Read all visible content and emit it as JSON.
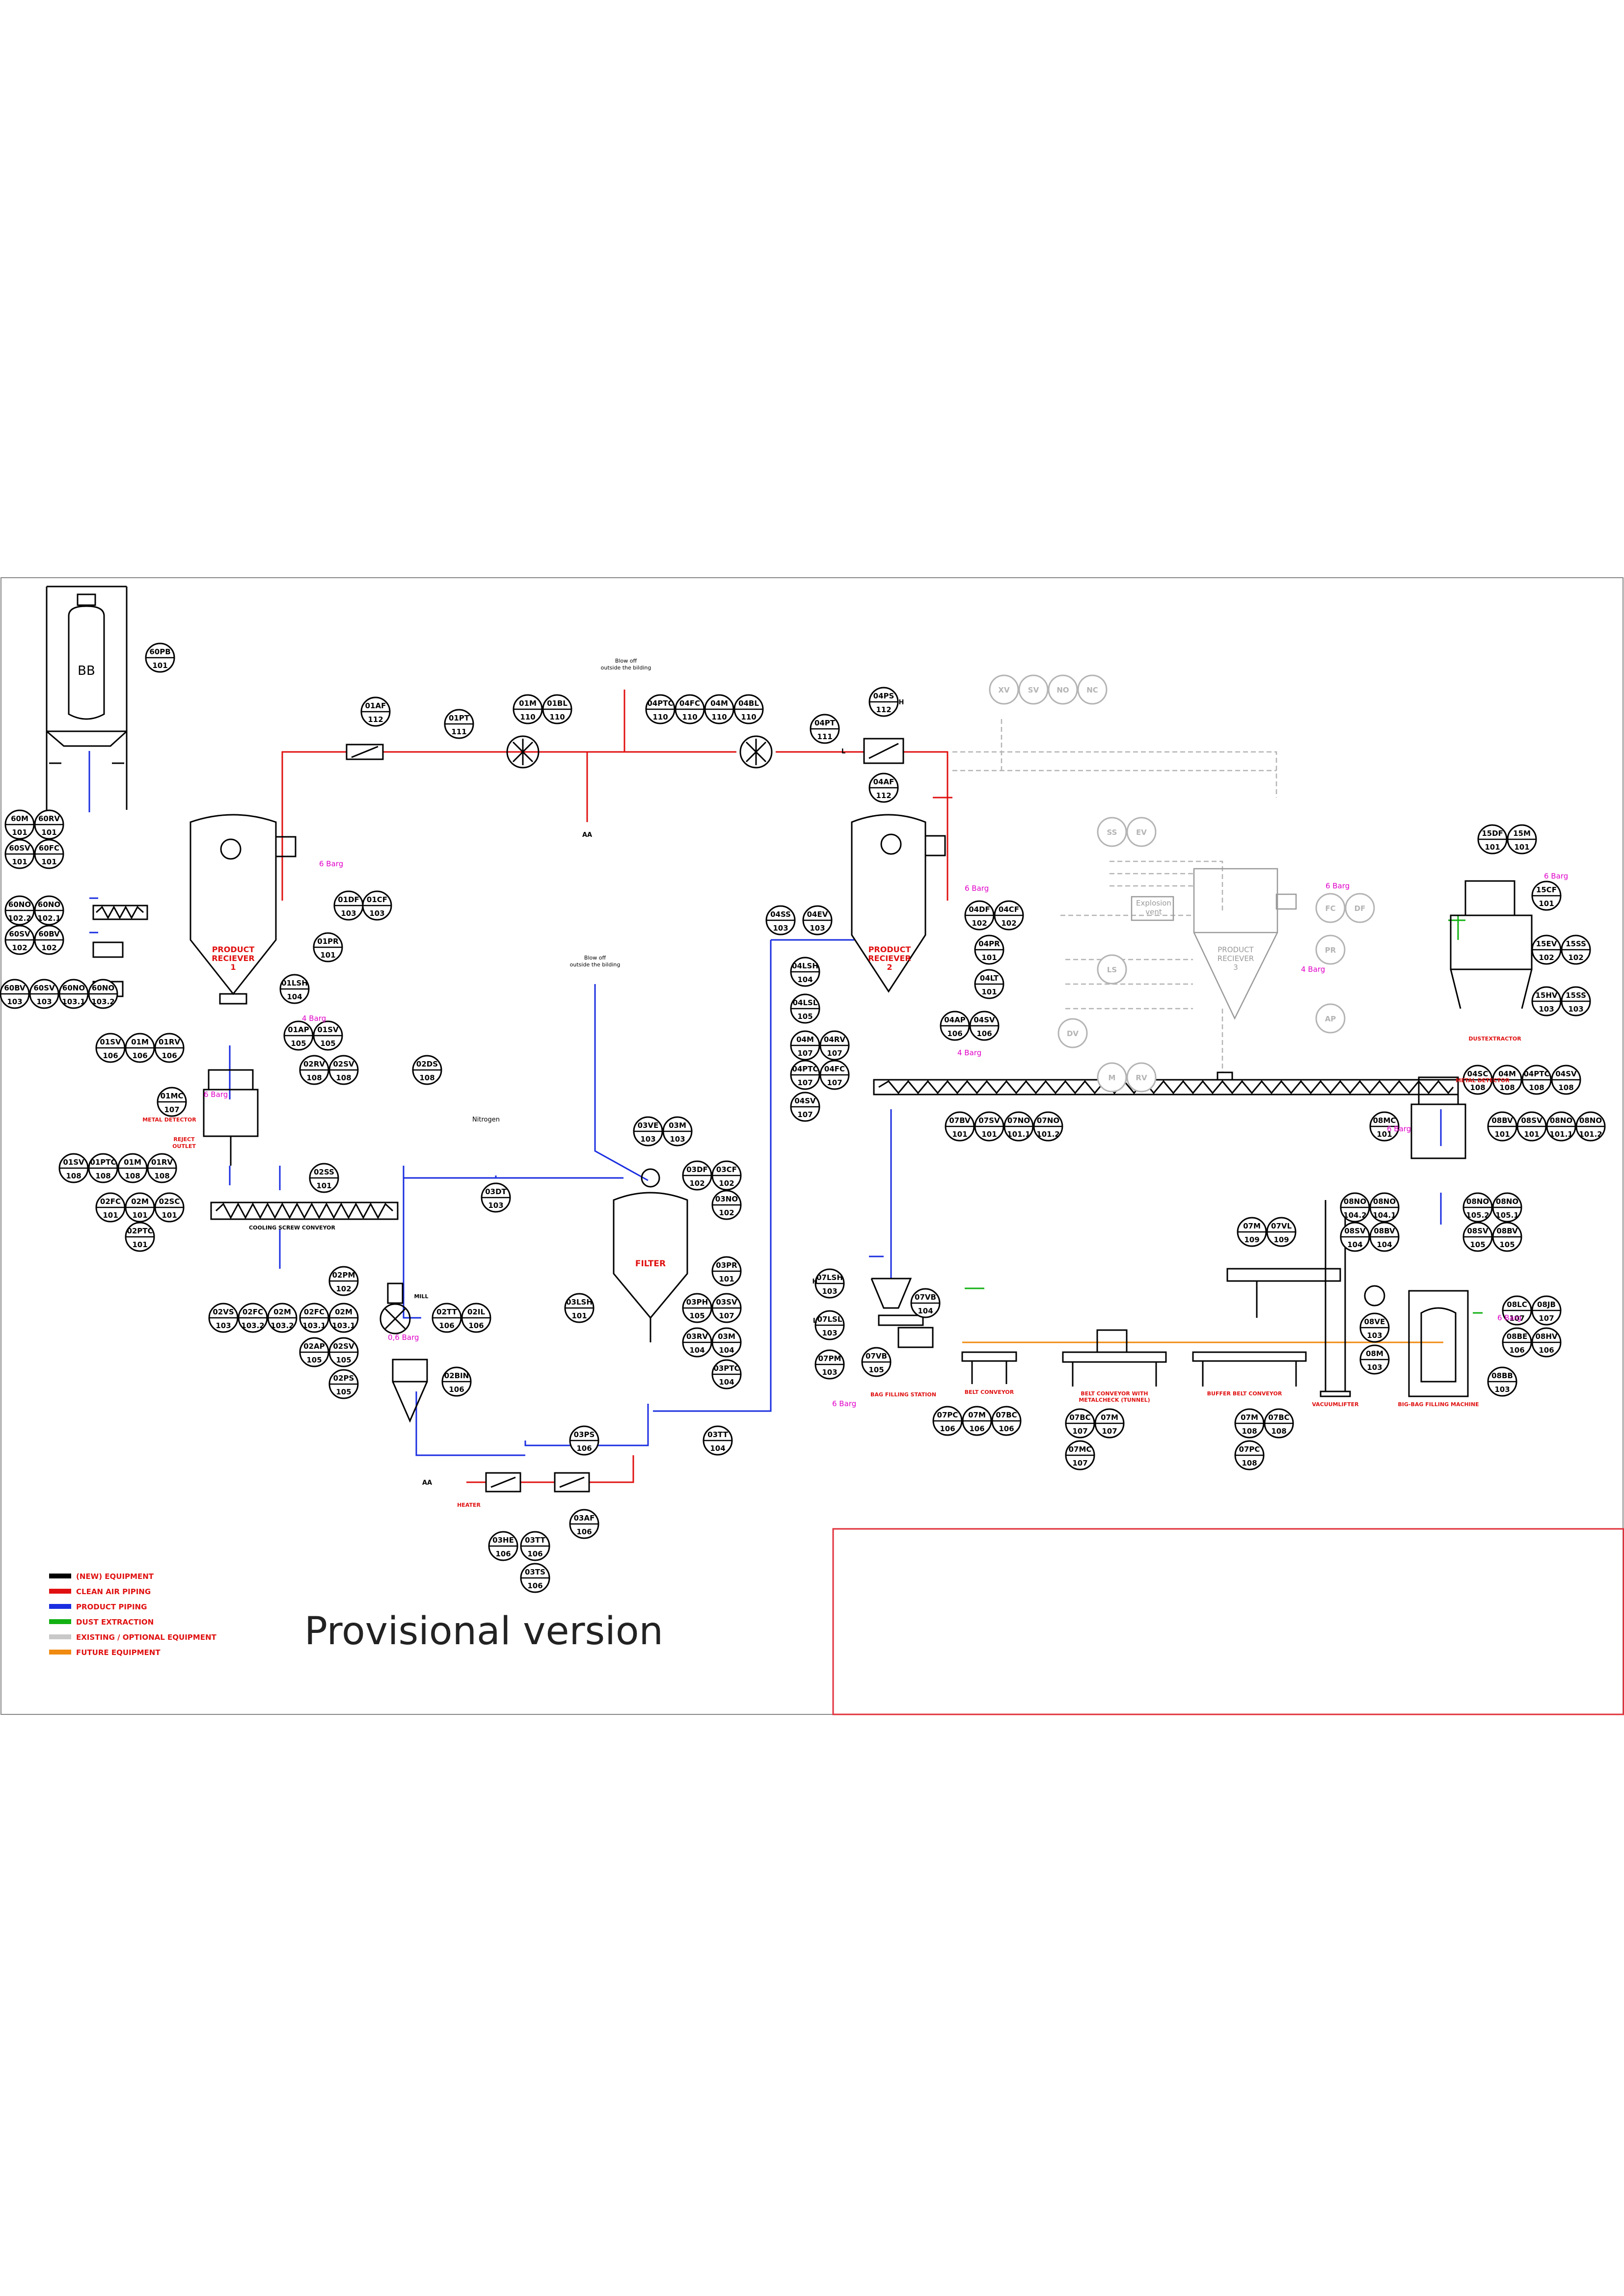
{
  "drawing_note": "Provisional version",
  "legend": [
    {
      "label": "(NEW) EQUIPMENT",
      "color": "#000000"
    },
    {
      "label": "CLEAN AIR PIPING",
      "color": "#e01010"
    },
    {
      "label": "PRODUCT PIPING",
      "color": "#1a2ee0"
    },
    {
      "label": "DUST EXTRACTION",
      "color": "#12b012"
    },
    {
      "label": "EXISTING / OPTIONAL EQUIPMENT",
      "color": "#c8c8c8"
    },
    {
      "label": "FUTURE EQUIPMENT",
      "color": "#f08a10"
    }
  ],
  "colors": {
    "line": "#000000",
    "air": "#e01010",
    "product": "#1a2ee0",
    "dust": "#12b012",
    "existing": "#b4b4b4",
    "future": "#f08a10",
    "annot": "#e000c8",
    "titlebox": "#e0303a"
  },
  "vessels": {
    "r1": [
      "PRODUCT",
      "RECIEVER",
      "1"
    ],
    "r2": [
      "PRODUCT",
      "RECIEVER",
      "2"
    ],
    "r3": [
      "PRODUCT",
      "RECIEVER",
      "3"
    ],
    "filter": "FILTER",
    "bb": "BB",
    "explosion_vent": [
      "Explosion",
      "vent"
    ]
  },
  "labels": {
    "blow_off": [
      "Blow off",
      "outside the bilding"
    ],
    "aa": "AA",
    "nitrogen": "Nitrogen",
    "heater": "HEATER",
    "mill": "MILL",
    "cooling_screw": "COOLING SCREW CONVEYOR",
    "metal_detector": "METAL DETECTOR",
    "reject_outlet": [
      "REJECT",
      "OUTLET"
    ],
    "bag_filling": "BAG FILLING STATION",
    "belt_conveyor": "BELT CONVEYOR",
    "belt_conveyor_md": [
      "BELT CONVEYOR WITH",
      "METALCHECK (TUNNEL)"
    ],
    "buffer_belt": "BUFFER BELT CONVEYOR",
    "vacuumlifter": "VACUUMLIFTER",
    "bigbag_filling": "BIG-BAG FILLING MACHINE",
    "dustextractor": "DUSTEXTRACTOR",
    "barg6": "6 Barg",
    "barg4": "4 Barg",
    "barg06": "0,6 Barg",
    "h": "H",
    "l": "L"
  },
  "instruments": [
    [
      "60PB",
      "101"
    ],
    [
      "60M",
      "101"
    ],
    [
      "60RV",
      "101"
    ],
    [
      "60SV",
      "101"
    ],
    [
      "60FC",
      "101"
    ],
    [
      "60NO",
      "102.2"
    ],
    [
      "60NO",
      "102.1"
    ],
    [
      "60SV",
      "102"
    ],
    [
      "60BV",
      "102"
    ],
    [
      "60BV",
      "103"
    ],
    [
      "60SV",
      "103"
    ],
    [
      "60NO",
      "103.1"
    ],
    [
      "60NO",
      "103.2"
    ],
    [
      "01AF",
      "112"
    ],
    [
      "01PT",
      "111"
    ],
    [
      "01M",
      "110"
    ],
    [
      "01BL",
      "110"
    ],
    [
      "01DF",
      "103"
    ],
    [
      "01CF",
      "103"
    ],
    [
      "01PR",
      "101"
    ],
    [
      "01LSH",
      "104"
    ],
    [
      "01AP",
      "105"
    ],
    [
      "01SV",
      "105"
    ],
    [
      "01SV",
      "106"
    ],
    [
      "01M",
      "106"
    ],
    [
      "01RV",
      "106"
    ],
    [
      "01MC",
      "107"
    ],
    [
      "01SV",
      "108"
    ],
    [
      "01PTC",
      "108"
    ],
    [
      "01M",
      "108"
    ],
    [
      "01RV",
      "108"
    ],
    [
      "02FC",
      "101"
    ],
    [
      "02M",
      "101"
    ],
    [
      "02SC",
      "101"
    ],
    [
      "02PTC",
      "101"
    ],
    [
      "02SS",
      "101"
    ],
    [
      "02RV",
      "108"
    ],
    [
      "02SV",
      "108"
    ],
    [
      "02DS",
      "108"
    ],
    [
      "02PM",
      "102"
    ],
    [
      "02VS",
      "103"
    ],
    [
      "02FC",
      "103.2"
    ],
    [
      "02M",
      "103.2"
    ],
    [
      "02FC",
      "103.1"
    ],
    [
      "02M",
      "103.1"
    ],
    [
      "02AP",
      "105"
    ],
    [
      "02SV",
      "105"
    ],
    [
      "02PS",
      "105"
    ],
    [
      "02TT",
      "106"
    ],
    [
      "02IL",
      "106"
    ],
    [
      "02BIN",
      "106"
    ],
    [
      "03VE",
      "103"
    ],
    [
      "03M",
      "103"
    ],
    [
      "03DT",
      "103"
    ],
    [
      "03DF",
      "102"
    ],
    [
      "03CF",
      "102"
    ],
    [
      "03NO",
      "102"
    ],
    [
      "03PR",
      "101"
    ],
    [
      "03LSH",
      "101"
    ],
    [
      "03PH",
      "105"
    ],
    [
      "03SV",
      "107"
    ],
    [
      "03RV",
      "104"
    ],
    [
      "03M",
      "104"
    ],
    [
      "03PTC",
      "104"
    ],
    [
      "03TT",
      "104"
    ],
    [
      "03PS",
      "106"
    ],
    [
      "03AF",
      "106"
    ],
    [
      "03HE",
      "106"
    ],
    [
      "03TT",
      "106"
    ],
    [
      "03TS",
      "106"
    ],
    [
      "04PTC",
      "110"
    ],
    [
      "04FC",
      "110"
    ],
    [
      "04M",
      "110"
    ],
    [
      "04BL",
      "110"
    ],
    [
      "04PT",
      "111"
    ],
    [
      "04PS",
      "112"
    ],
    [
      "04AF",
      "112"
    ],
    [
      "04SS",
      "103"
    ],
    [
      "04EV",
      "103"
    ],
    [
      "04DF",
      "102"
    ],
    [
      "04CF",
      "102"
    ],
    [
      "04PR",
      "101"
    ],
    [
      "04LT",
      "101"
    ],
    [
      "04LSH",
      "104"
    ],
    [
      "04LSL",
      "105"
    ],
    [
      "04AP",
      "106"
    ],
    [
      "04SV",
      "106"
    ],
    [
      "04M",
      "107"
    ],
    [
      "04RV",
      "107"
    ],
    [
      "04PTC",
      "107"
    ],
    [
      "04FC",
      "107"
    ],
    [
      "04SV",
      "107"
    ],
    [
      "04SC",
      "108"
    ],
    [
      "04M",
      "108"
    ],
    [
      "04PTC",
      "108"
    ],
    [
      "04SV",
      "108"
    ],
    [
      "07BV",
      "101"
    ],
    [
      "07SV",
      "101"
    ],
    [
      "07NO",
      "101.1"
    ],
    [
      "07NO",
      "101.2"
    ],
    [
      "07LSH",
      "103"
    ],
    [
      "07LSL",
      "103"
    ],
    [
      "07VB",
      "104"
    ],
    [
      "07PM",
      "103"
    ],
    [
      "07VB",
      "105"
    ],
    [
      "07PC",
      "106"
    ],
    [
      "07M",
      "106"
    ],
    [
      "07BC",
      "106"
    ],
    [
      "07BC",
      "107"
    ],
    [
      "07M",
      "107"
    ],
    [
      "07MC",
      "107"
    ],
    [
      "07M",
      "108"
    ],
    [
      "07BC",
      "108"
    ],
    [
      "07PC",
      "108"
    ],
    [
      "07M",
      "109"
    ],
    [
      "07VL",
      "109"
    ],
    [
      "08BV",
      "101"
    ],
    [
      "08SV",
      "101"
    ],
    [
      "08NO",
      "101.1"
    ],
    [
      "08NO",
      "101.2"
    ],
    [
      "08MC",
      "101"
    ],
    [
      "08NO",
      "104.2"
    ],
    [
      "08NO",
      "104.1"
    ],
    [
      "08SV",
      "104"
    ],
    [
      "08BV",
      "104"
    ],
    [
      "08NO",
      "105.2"
    ],
    [
      "08NO",
      "105.1"
    ],
    [
      "08SV",
      "105"
    ],
    [
      "08BV",
      "105"
    ],
    [
      "08VE",
      "103"
    ],
    [
      "08M",
      "103"
    ],
    [
      "08LC",
      "107"
    ],
    [
      "08JB",
      "107"
    ],
    [
      "08BE",
      "106"
    ],
    [
      "08HV",
      "106"
    ],
    [
      "08BB",
      "103"
    ],
    [
      "15DF",
      "101"
    ],
    [
      "15M",
      "101"
    ],
    [
      "15CF",
      "101"
    ],
    [
      "15EV",
      "102"
    ],
    [
      "15SS",
      "102"
    ],
    [
      "15HV",
      "103"
    ],
    [
      "15SS",
      "103"
    ],
    [
      "XV",
      ""
    ],
    [
      "SV",
      ""
    ],
    [
      "NO",
      ""
    ],
    [
      "NC",
      ""
    ],
    [
      "SS",
      ""
    ],
    [
      "EV",
      ""
    ],
    [
      "FC",
      ""
    ],
    [
      "DF",
      ""
    ],
    [
      "PR",
      ""
    ],
    [
      "LS",
      ""
    ],
    [
      "AP",
      ""
    ],
    [
      "DV",
      ""
    ],
    [
      "M",
      ""
    ],
    [
      "RV",
      ""
    ]
  ]
}
